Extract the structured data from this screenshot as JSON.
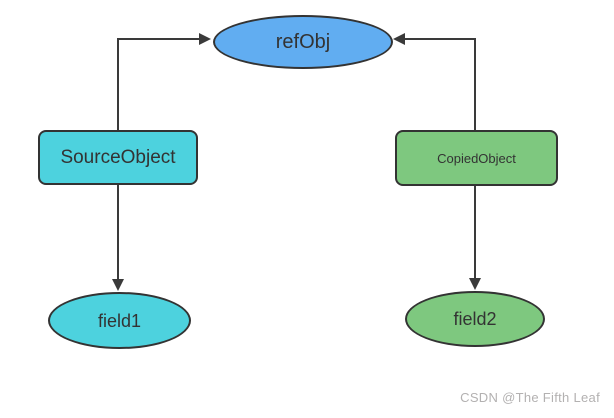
{
  "diagram": {
    "type": "object-reference-diagram",
    "nodes": {
      "ref_obj": {
        "label": "refObj",
        "shape": "ellipse",
        "fill": "#61adf1"
      },
      "source_object": {
        "label": "SourceObject",
        "shape": "rectangle",
        "fill": "#4dd2de"
      },
      "copied_object": {
        "label": "CopiedObject",
        "shape": "rectangle",
        "fill": "#7ec87f"
      },
      "field1": {
        "label": "field1",
        "shape": "ellipse",
        "fill": "#4dd2de"
      },
      "field2": {
        "label": "field2",
        "shape": "ellipse",
        "fill": "#7ec87f"
      }
    },
    "edges": [
      {
        "from": "source_object",
        "to": "ref_obj",
        "route": "up-then-right",
        "arrowhead": "at-ref_obj-left"
      },
      {
        "from": "copied_object",
        "to": "ref_obj",
        "route": "up-then-left",
        "arrowhead": "at-ref_obj-right"
      },
      {
        "from": "source_object",
        "to": "field1",
        "route": "straight-down",
        "arrowhead": "at-field1-top"
      },
      {
        "from": "copied_object",
        "to": "field2",
        "route": "straight-down",
        "arrowhead": "at-field2-top"
      }
    ],
    "edge_color": "#3a3a3a",
    "node_border_color": "#333333",
    "node_text_color": "#333333"
  },
  "watermark": {
    "text": "CSDN @The Fifth Leaf",
    "color": "#b3b1b1"
  }
}
